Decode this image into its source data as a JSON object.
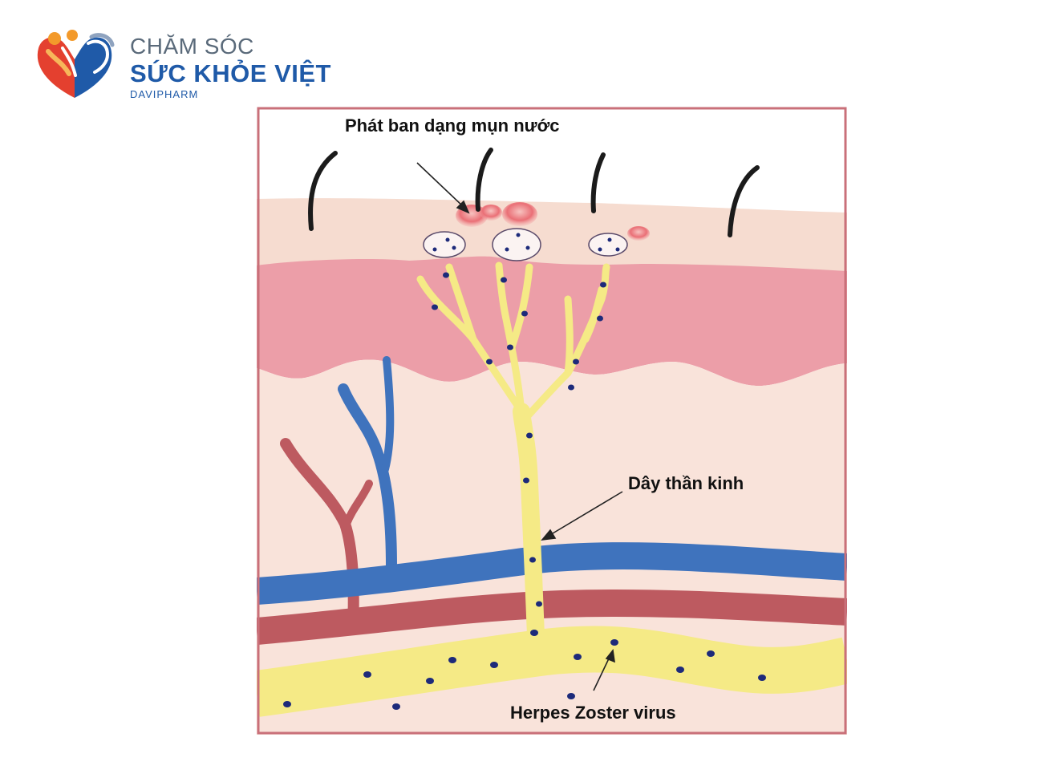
{
  "brand": {
    "line1": "CHĂM SÓC",
    "line2": "SỨC KHỎE VIỆT",
    "line3": "DAVIPHARM"
  },
  "labels": {
    "rash": "Phát ban dạng mụn nước",
    "nerve": "Dây thần kinh",
    "virus": "Herpes Zoster virus"
  },
  "colors": {
    "frame": "#c9707a",
    "epidermis": "#f6dcd0",
    "dermis": "#ec9ea8",
    "subcutis": "#f9e3da",
    "vein": "#3f73bd",
    "artery": "#bd5a60",
    "nerve": "#f5ea86",
    "virus": "#1d2a7a"
  }
}
